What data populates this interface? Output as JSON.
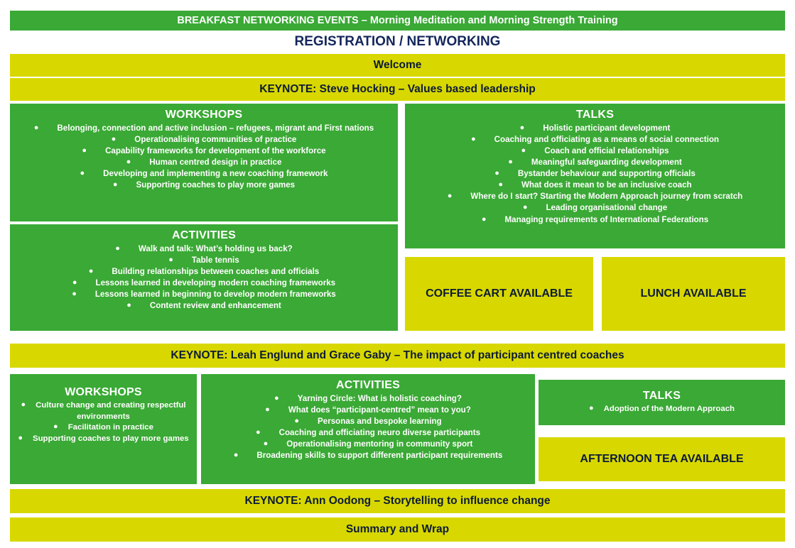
{
  "colors": {
    "green": "#3aa935",
    "yellow": "#d8d800",
    "navy": "#0d1b36",
    "white": "#ffffff"
  },
  "banner": {
    "label": "BREAKFAST NETWORKING EVENTS – Morning Meditation and Morning Strength Training"
  },
  "registration": {
    "label": "REGISTRATION / NETWORKING"
  },
  "welcome": {
    "label": "Welcome"
  },
  "keynote_1": {
    "label": "KEYNOTE: Steve Hocking – Values based leadership"
  },
  "morning": {
    "workshops": {
      "heading": "WORKSHOPS",
      "items": [
        "Belonging, connection and active inclusion – refugees, migrant and First nations",
        "Operationalising communities of practice",
        "Capability frameworks for development of the workforce",
        "Human centred design in practice",
        "Developing and implementing a new coaching framework",
        "Supporting coaches to play more games"
      ]
    },
    "activities": {
      "heading": "ACTIVITIES",
      "items": [
        "Walk and talk: What’s holding us back?",
        "Table tennis",
        "Building relationships between coaches and officials",
        "Lessons learned in developing modern coaching frameworks",
        "Lessons learned in beginning to develop modern frameworks",
        "Content review and enhancement"
      ]
    },
    "talks": {
      "heading": "TALKS",
      "items": [
        "Holistic participant development",
        "Coaching and officiating as a means of social connection",
        "Coach and official relationships",
        "Meaningful safeguarding development",
        "Bystander behaviour and supporting officials",
        "What does it mean to be an inclusive coach",
        "Where do I start? Starting the Modern Approach journey from scratch",
        "Leading organisational change",
        "Managing requirements of International Federations"
      ]
    },
    "coffee": {
      "label": "COFFEE CART AVAILABLE"
    },
    "lunch": {
      "label": "LUNCH AVAILABLE"
    }
  },
  "keynote_2": {
    "label": "KEYNOTE: Leah Englund and Grace Gaby – The impact of participant centred coaches"
  },
  "afternoon": {
    "workshops": {
      "heading": "WORKSHOPS",
      "items": [
        "Culture change and creating respectful environments",
        "Facilitation in practice",
        "Supporting coaches to play more games"
      ]
    },
    "activities": {
      "heading": "ACTIVITIES",
      "items": [
        "Yarning Circle: What is holistic coaching?",
        "What does “participant-centred” mean to you?",
        "Personas and bespoke learning",
        "Coaching and officiating neuro diverse participants",
        "Operationalising mentoring in community sport",
        "Broadening skills to support different participant requirements"
      ]
    },
    "talks": {
      "heading": "TALKS",
      "items": [
        "Adoption of the Modern Approach"
      ]
    },
    "afternoon_tea": {
      "label": "AFTERNOON TEA AVAILABLE"
    }
  },
  "keynote_3": {
    "label": "KEYNOTE: Ann Oodong – Storytelling to influence change"
  },
  "summary": {
    "label": "Summary and Wrap"
  }
}
